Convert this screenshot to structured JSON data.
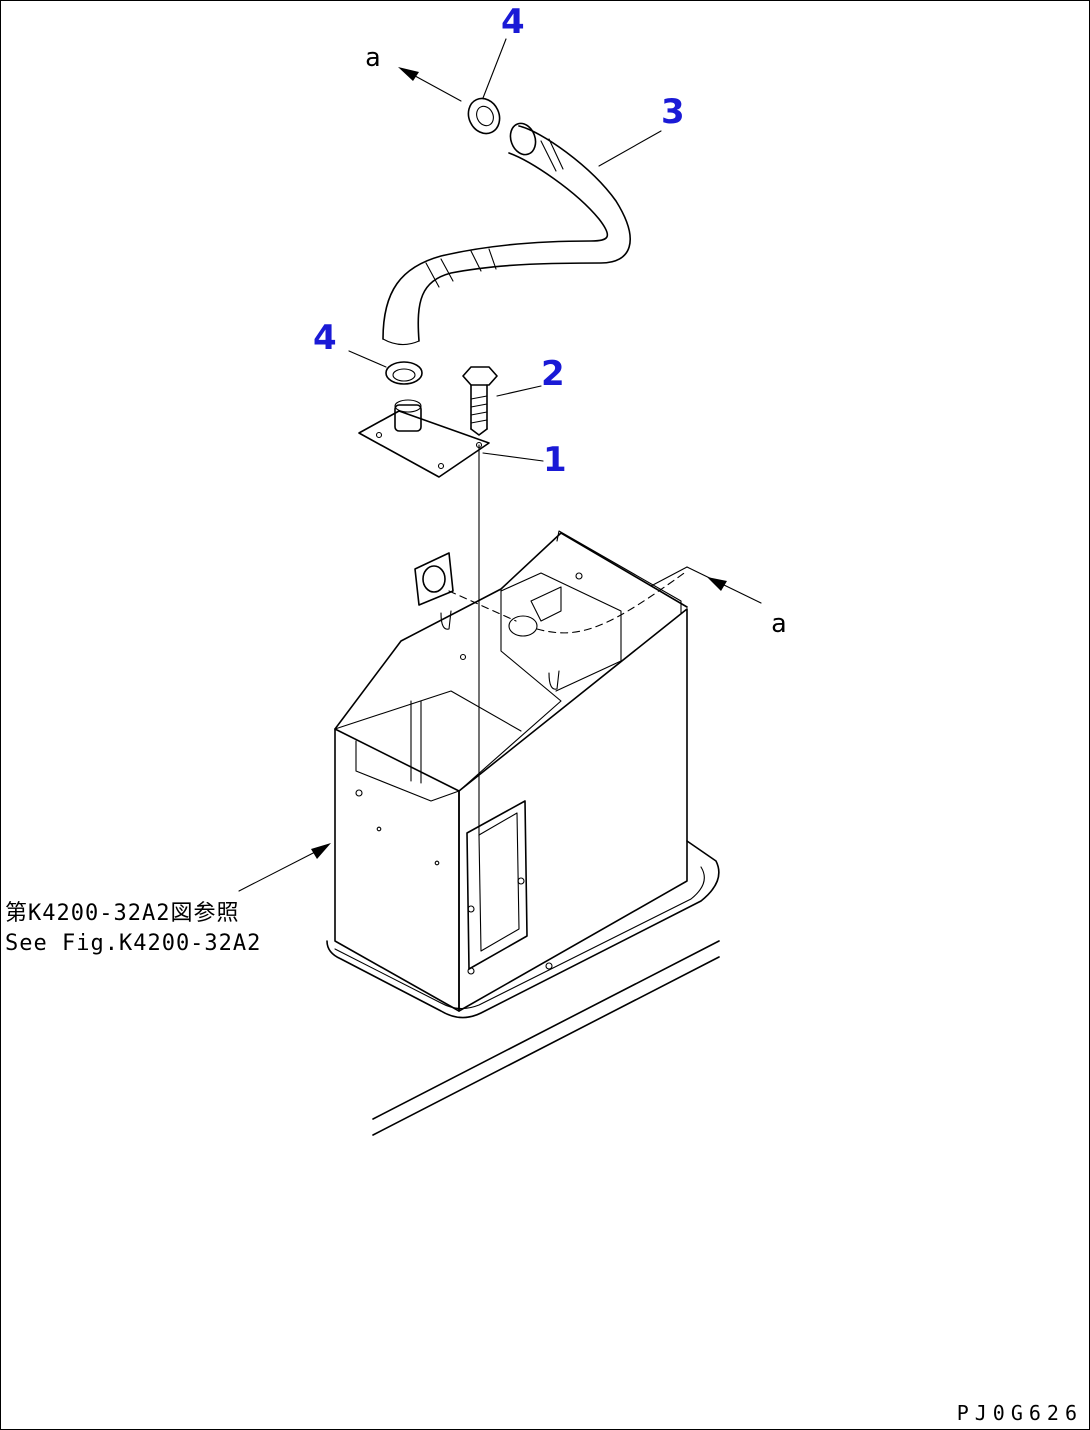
{
  "callouts": {
    "clamp_top": "4",
    "hose": "3",
    "clamp_mid": "4",
    "bolt": "2",
    "plate": "1"
  },
  "refs": {
    "a_top": "a",
    "a_right": "a"
  },
  "note": {
    "line1": "第K4200-32A2図参照",
    "line2": "See Fig.K4200-32A2"
  },
  "drawing_code": "PJ0G626",
  "colors": {
    "callout": "#1a1ad6",
    "line": "#000000"
  }
}
